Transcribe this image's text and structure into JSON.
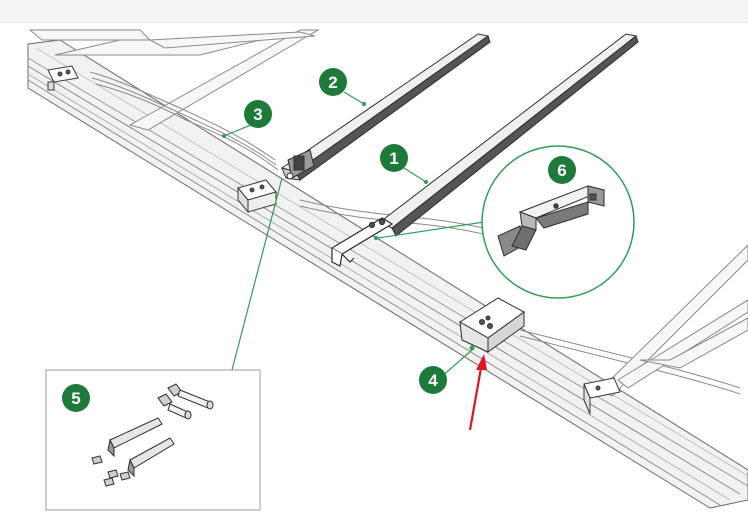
{
  "callouts": [
    {
      "id": "c1",
      "label": "1"
    },
    {
      "id": "c2",
      "label": "2"
    },
    {
      "id": "c3",
      "label": "3"
    },
    {
      "id": "c4",
      "label": "4"
    },
    {
      "id": "c5",
      "label": "5"
    },
    {
      "id": "c6",
      "label": "6"
    }
  ],
  "colors": {
    "callout_fill": "#1e7a3a",
    "leader_line": "#2e9e52",
    "arrow": "#e0141e",
    "metal_dark": "#555555",
    "metal_light": "#e9e9e9",
    "outline": "#3a3a3a"
  }
}
